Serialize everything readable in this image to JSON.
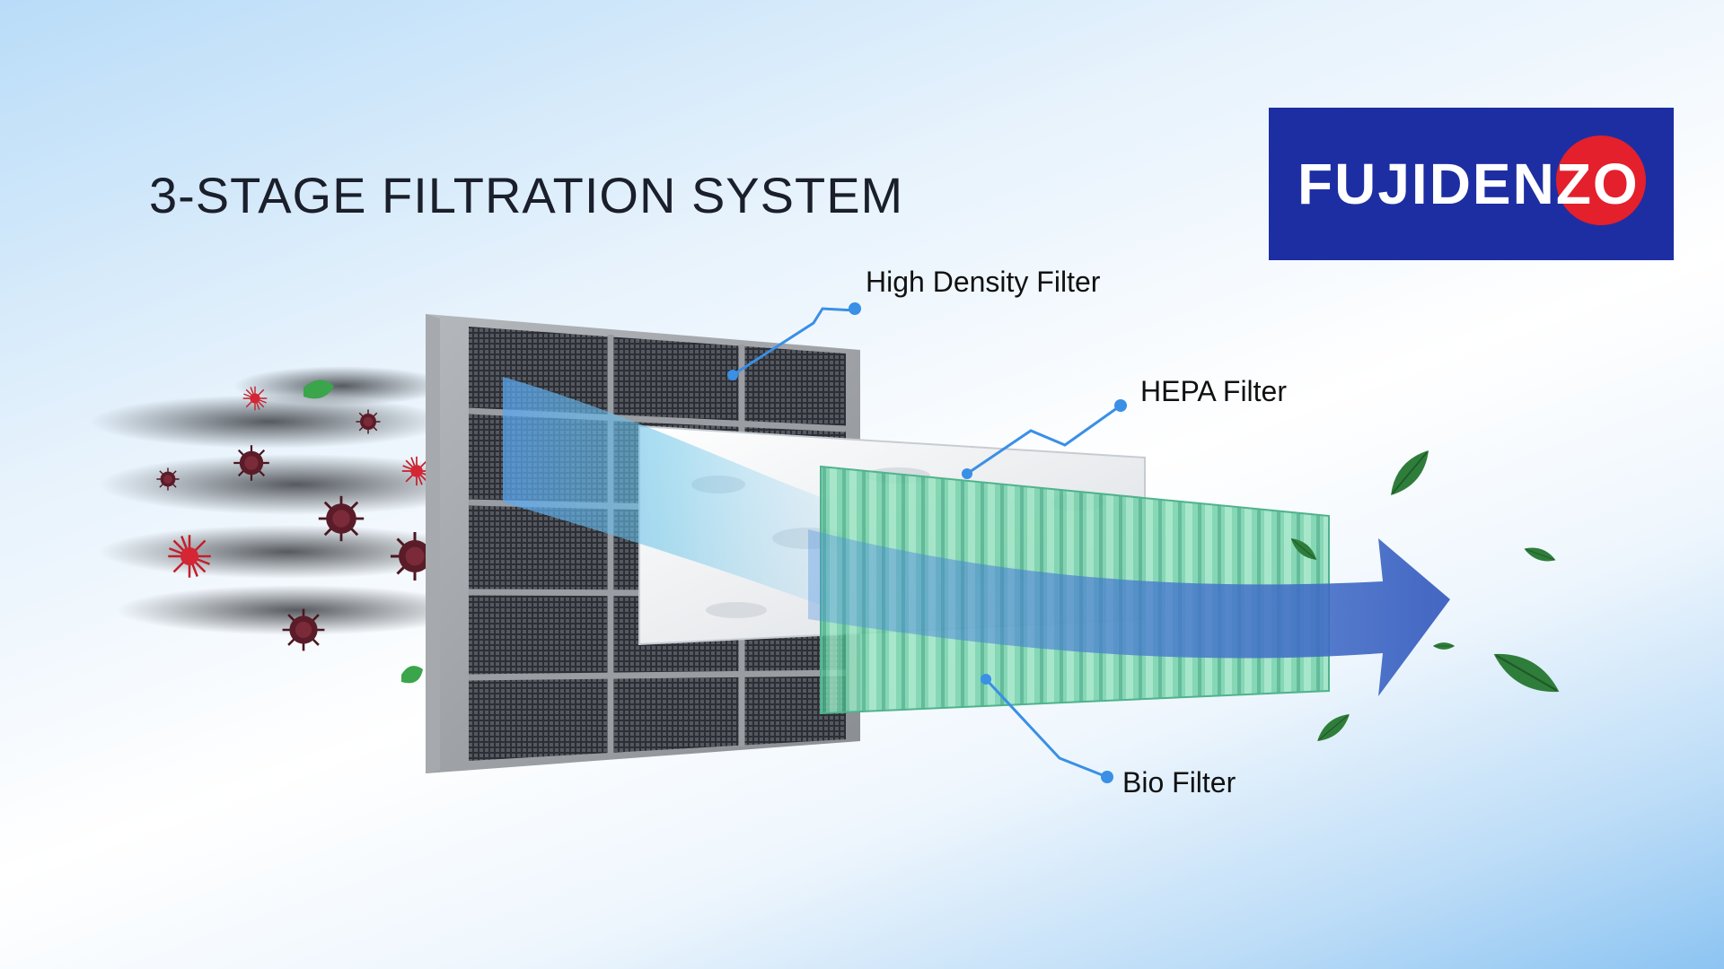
{
  "title": "3-STAGE FILTRATION SYSTEM",
  "brand": {
    "name": "FUJIDENZO",
    "colors": {
      "background": "#1d2ea3",
      "accent": "#e3202c",
      "text": "#ffffff"
    }
  },
  "callouts": {
    "high_density": "High Density Filter",
    "hepa": "HEPA Filter",
    "bio": "Bio Filter"
  },
  "colors": {
    "callout_line": "#3a8fe6",
    "airflow_arrow": "#3f68c4",
    "frame": "#8d9095",
    "bio_filter": "#5cc49a",
    "leaf": "#2f7d3a",
    "virus": "#6b1f2a"
  },
  "icons": [
    "virus-icon",
    "germ-icon",
    "leaf-icon",
    "smoke-icon",
    "airflow-arrow-icon"
  ]
}
